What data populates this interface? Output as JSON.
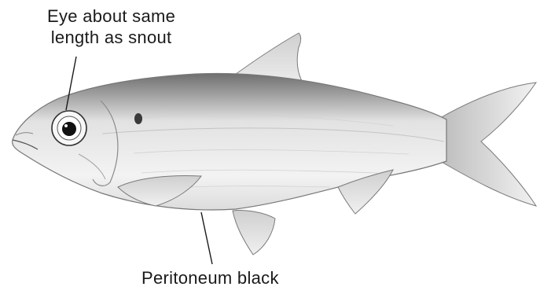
{
  "annotations": {
    "eye": {
      "line1": "Eye about same",
      "line2": "length as snout"
    },
    "peritoneum": "Peritoneum black"
  },
  "colors": {
    "ink": "#1a1a1a",
    "back_shade": "#9a9a9a",
    "body_shade": "#e6e6e6",
    "fin_shade": "#d9d9d9"
  }
}
